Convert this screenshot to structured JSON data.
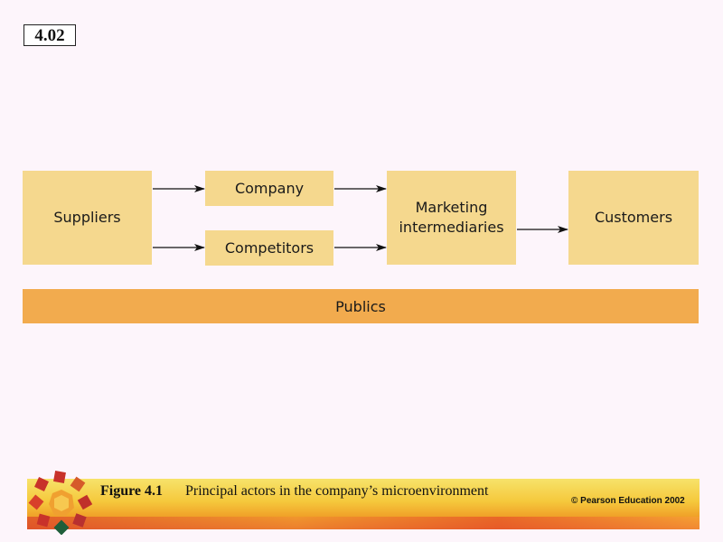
{
  "slide_number": "4.02",
  "diagram": {
    "nodes": {
      "suppliers": "Suppliers",
      "company": "Company",
      "competitors": "Competitors",
      "marketing_intermediaries": "Marketing intermediaries",
      "customers": "Customers",
      "publics": "Publics"
    },
    "edges": [
      {
        "from": "suppliers",
        "to": "company"
      },
      {
        "from": "suppliers",
        "to": "competitors"
      },
      {
        "from": "company",
        "to": "marketing_intermediaries"
      },
      {
        "from": "competitors",
        "to": "marketing_intermediaries"
      },
      {
        "from": "marketing_intermediaries",
        "to": "customers"
      }
    ]
  },
  "footer": {
    "figure_label": "Figure 4.1",
    "caption": "Principal actors in the company’s microenvironment",
    "copyright": "© Pearson Education 2002"
  },
  "colors": {
    "background": "#fdf5fb",
    "node_fill": "#f5d88e",
    "publics_fill": "#f2ab4e",
    "arrow": "#111111"
  }
}
